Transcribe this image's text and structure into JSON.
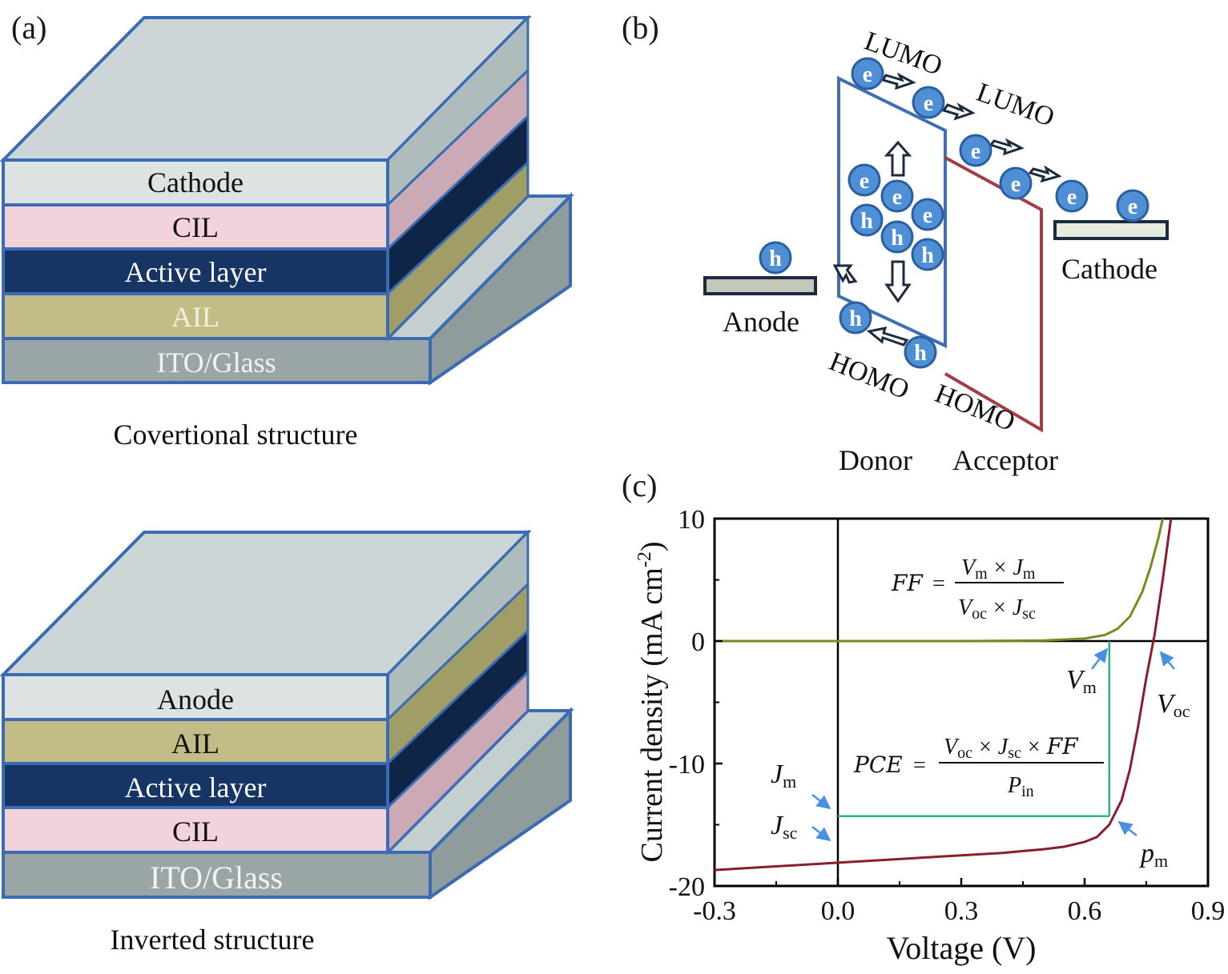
{
  "panel_a": {
    "label": "(a)",
    "conventional": {
      "caption": "Covertional structure",
      "layers": [
        "Cathode",
        "CIL",
        "Active layer",
        "AIL",
        "ITO/Glass"
      ]
    },
    "inverted": {
      "caption": "Inverted structure",
      "layers": [
        "Anode",
        "AIL",
        "Active layer",
        "CIL",
        "ITO/Glass"
      ]
    }
  },
  "panel_b": {
    "label": "(b)",
    "lumo_donor": "LUMO",
    "lumo_acceptor": "LUMO",
    "homo_donor": "HOMO",
    "homo_acceptor": "HOMO",
    "donor": "Donor",
    "acceptor": "Acceptor",
    "anode": "Anode",
    "cathode": "Cathode",
    "electron_symbol": "e",
    "hole_symbol": "h",
    "colors": {
      "donor": "#3f6fb0",
      "acceptor": "#a33c45",
      "particle": "#4f8fd6"
    }
  },
  "panel_c": {
    "label": "(c)",
    "ff_lhs": "FF",
    "pce_lhs": "PCE",
    "vm_label": "V",
    "vm_sub": "m",
    "voc_label": "V",
    "voc_sub": "oc",
    "jm_label": "J",
    "jm_sub": "m",
    "jsc_label": "J",
    "jsc_sub": "sc",
    "pm_label": "p",
    "pm_sub": "m",
    "pin_label": "P",
    "pin_sub": "in",
    "times": "×",
    "equals": "="
  },
  "chart_data": {
    "type": "line",
    "xlabel": "Voltage (V)",
    "ylabel_main": "Current density (mA cm",
    "ylabel_sup": "-2",
    "ylabel_close": ")",
    "xlim": [
      -0.3,
      0.9
    ],
    "ylim": [
      -20,
      10
    ],
    "xticks": [
      "-0.3",
      "0.0",
      "0.3",
      "0.6",
      "0.9"
    ],
    "yticks": [
      "-20",
      "-10",
      "0",
      "10"
    ],
    "series": [
      {
        "color": "#8b1e2c",
        "x": [
          -0.3,
          -0.2,
          -0.1,
          0.0,
          0.1,
          0.2,
          0.3,
          0.4,
          0.5,
          0.55,
          0.6,
          0.63,
          0.66,
          0.69,
          0.71,
          0.73,
          0.75,
          0.77,
          0.79,
          0.81
        ],
        "y": [
          -18.7,
          -18.5,
          -18.3,
          -18.1,
          -17.9,
          -17.7,
          -17.5,
          -17.3,
          -17.0,
          -16.8,
          -16.4,
          -16.0,
          -15.0,
          -13.0,
          -10.5,
          -7.0,
          -3.0,
          0.5,
          5.0,
          10.0
        ]
      },
      {
        "color": "#7a8a1c",
        "x": [
          -0.3,
          0.0,
          0.3,
          0.5,
          0.6,
          0.65,
          0.68,
          0.71,
          0.74,
          0.76,
          0.78,
          0.79
        ],
        "y": [
          0.0,
          0.0,
          0.0,
          0.05,
          0.2,
          0.5,
          1.0,
          2.0,
          4.0,
          6.0,
          8.5,
          10.0
        ]
      }
    ],
    "annotations": {
      "vm": 0.66,
      "jm": -14.3,
      "voc": 0.77,
      "jsc": -17.4
    }
  }
}
